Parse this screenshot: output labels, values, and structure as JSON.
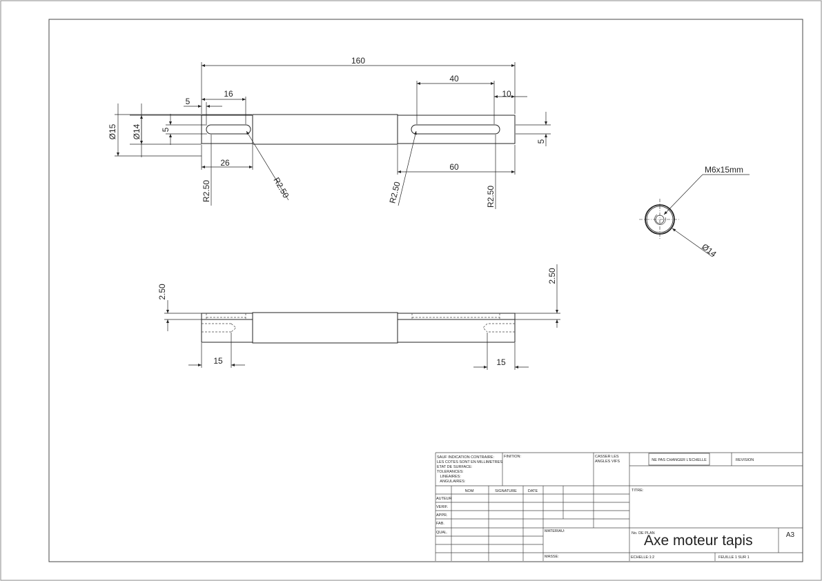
{
  "drawing": {
    "dims": {
      "overall": "160",
      "slot_left_end": "5",
      "slot_left_len": "16",
      "slot_right_len": "40",
      "right_end": "10",
      "dia_15": "Ø15",
      "dia_14": "Ø14",
      "slot_width_left": "5",
      "slot_width_right": "5",
      "left_26": "26",
      "right_60": "60",
      "r_left_vert": "R2.50",
      "r_left_diag": "R2.50",
      "r_right_diag": "R2.50",
      "r_right_vert": "R2.50",
      "front_left_depth": "2.50",
      "front_right_depth": "2.50",
      "front_left_hole": "15",
      "front_right_hole": "15",
      "thread": "M6x15mm",
      "end_dia": "Ø14"
    }
  },
  "title_block": {
    "general_notes": [
      "SAUF INDICATION CONTRAIRE:",
      "LES COTES SONT EN MILLIMETRES",
      "ETAT DE SURFACE:",
      "TOLERANCES:",
      "   LINEAIRES:",
      "   ANGULAIRES:"
    ],
    "finition": "FINITION:",
    "casser": [
      "CASSER LES",
      "ANGLES VIFS"
    ],
    "ne_pas_changer": "NE PAS CHANGER L'ECHELLE",
    "revision": "REVISION",
    "col_nom": "NOM",
    "col_signature": "SIGNATURE",
    "col_date": "DATE",
    "rows": [
      "AUTEUR",
      "VERIF.",
      "APPR.",
      "FAB.",
      "QUAL."
    ],
    "titre": "TITRE:",
    "materiau": "MATERIAU:",
    "no_de_plan": "No. DE PLAN",
    "part_title": "Axe moteur tapis",
    "format": "A3",
    "masse": "MASSE:",
    "echelle": "ECHELLE:1:2",
    "feuille": "FEUILLE 1 SUR 1"
  }
}
